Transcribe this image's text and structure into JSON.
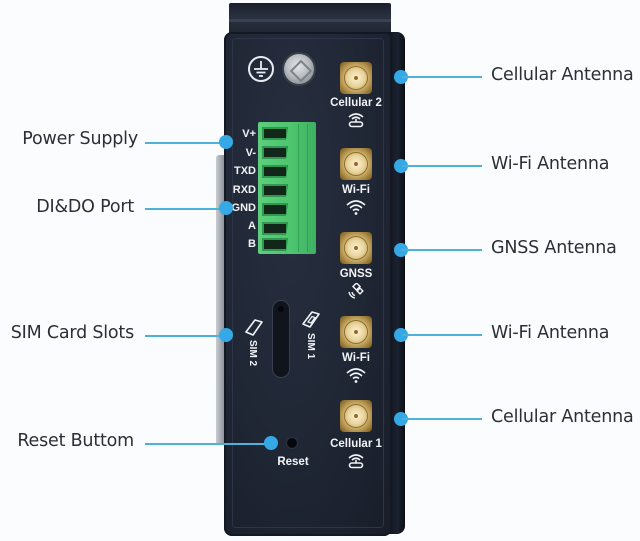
{
  "device": {
    "ground_symbol": "ground-icon",
    "terminal_pins": [
      "V+",
      "V-",
      "TXD",
      "RXD",
      "GND",
      "A",
      "B"
    ],
    "ports": [
      {
        "label": "Cellular 2",
        "icon": "cellular-antenna-icon"
      },
      {
        "label": "Wi-Fi",
        "icon": "wifi-icon"
      },
      {
        "label": "GNSS",
        "icon": "satellite-icon"
      },
      {
        "label": "Wi-Fi",
        "icon": "wifi-icon"
      },
      {
        "label": "Cellular 1",
        "icon": "cellular-antenna-icon"
      }
    ],
    "sim_slots": [
      {
        "label": "SIM 2"
      },
      {
        "label": "SIM 1"
      }
    ],
    "reset_label": "Reset",
    "terminal_color": "#4cc46d",
    "body_color": "#1f2634",
    "connector_color": "#d9be7a"
  },
  "callouts": {
    "color": "#35a9e6",
    "left": [
      {
        "label": "Power Supply"
      },
      {
        "label": "DI&DO Port"
      },
      {
        "label": "SIM Card Slots"
      },
      {
        "label": "Reset Buttom"
      }
    ],
    "right": [
      {
        "label": "Cellular Antenna"
      },
      {
        "label": "Wi-Fi Antenna"
      },
      {
        "label": "GNSS Antenna"
      },
      {
        "label": "Wi-Fi Antenna"
      },
      {
        "label": "Cellular Antenna"
      }
    ]
  }
}
